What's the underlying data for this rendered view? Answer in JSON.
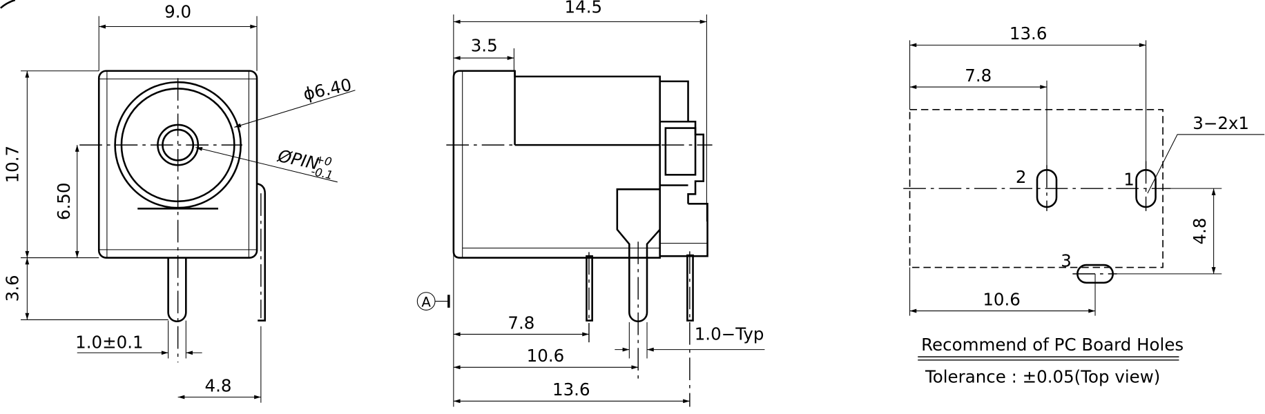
{
  "front_view": {
    "dim_width": "9.0",
    "dim_height": "10.7",
    "dim_center_height": "6.50",
    "dim_pin_length": "3.6",
    "dim_pin_width": "1.0±0.1",
    "dim_pin_spacing": "4.8",
    "outer_diameter": "ϕ6.40",
    "pin_label": "ØPIN",
    "pin_tol_plus": "+0",
    "pin_tol_minus": "-0.1"
  },
  "side_view": {
    "dim_length": "14.5",
    "dim_cap": "3.5",
    "dim_pin1": "7.8",
    "dim_pin2": "10.6",
    "dim_pin3": "13.6",
    "pin_thickness": "1.0−Typ",
    "datum": "A"
  },
  "pcb_view": {
    "dim_13_6": "13.6",
    "dim_7_8": "7.8",
    "dim_10_6": "10.6",
    "dim_4_8": "4.8",
    "hole_spec": "3−2x1",
    "hole_1": "1",
    "hole_2": "2",
    "hole_3": "3",
    "title": "Recommend of PC Board Holes",
    "tolerance": "Tolerance : ±0.05(Top view)"
  }
}
